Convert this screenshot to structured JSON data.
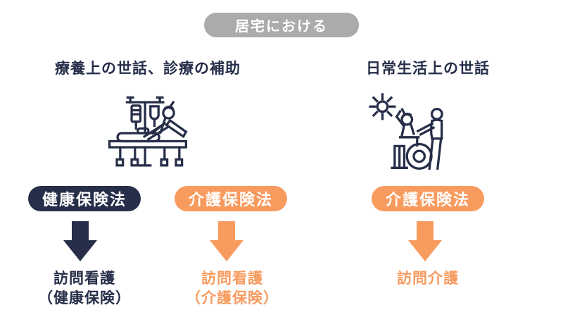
{
  "colors": {
    "navy": "#262E49",
    "orange": "#F89B5F",
    "gray_pill": "#ABABAB",
    "background": "#FFFFFF"
  },
  "header": {
    "pill_label": "居宅における"
  },
  "sections": [
    {
      "heading": "療養上の世話、診療の補助",
      "icon": "hospital-bed-patient-iv-icon"
    },
    {
      "heading": "日常生活上の世話",
      "icon": "caregiver-pushing-wheelchair-sun-icon"
    }
  ],
  "columns": [
    {
      "law_pill": "健康保険法",
      "pill_color": "#262E49",
      "arrow_color": "#262E49",
      "result_line1": "訪問看護",
      "result_line2": "（健康保険）"
    },
    {
      "law_pill": "介護保険法",
      "pill_color": "#F89B5F",
      "arrow_color": "#F89B5F",
      "result_line1": "訪問看護",
      "result_line2": "（介護保険）"
    },
    {
      "law_pill": "介護保険法",
      "pill_color": "#F89B5F",
      "arrow_color": "#F89B5F",
      "result_line1": "訪問介護",
      "result_line2": ""
    }
  ]
}
